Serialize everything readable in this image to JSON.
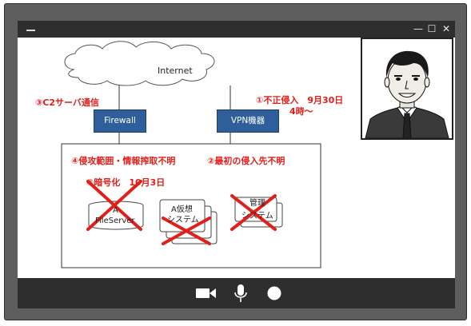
{
  "window": {
    "minimize_glyph": "—",
    "maximize_glyph": "☐",
    "close_glyph": "✕"
  },
  "diagram": {
    "internet_label": "Internet",
    "firewall_label": "Firewall",
    "vpn_label": "VPN機器",
    "fileserver_label_1": "A",
    "fileserver_label_2": "FileServer",
    "vsys_label_1": "A仮想",
    "vsys_label_2": "システム",
    "mgmt_label_1": "管理",
    "mgmt_label_2": "システム"
  },
  "annotations": {
    "c2": "③C2サーバ通信",
    "intrusion_1": "①不正侵入　9月30日",
    "intrusion_2": "4時～",
    "scope": "④侵攻範囲・情報搾取不明",
    "first_entry": "②最初の侵入先不明",
    "encryption": "⑤暗号化　10月3日"
  },
  "colors": {
    "accent_red": "#e0201b",
    "box_blue": "#2f5f9a",
    "frame_dark": "#2e2e2e",
    "bezel": "#5e5e5e"
  },
  "call_controls": {
    "camera": "camera-icon",
    "microphone": "microphone-icon",
    "record": "record-icon"
  }
}
